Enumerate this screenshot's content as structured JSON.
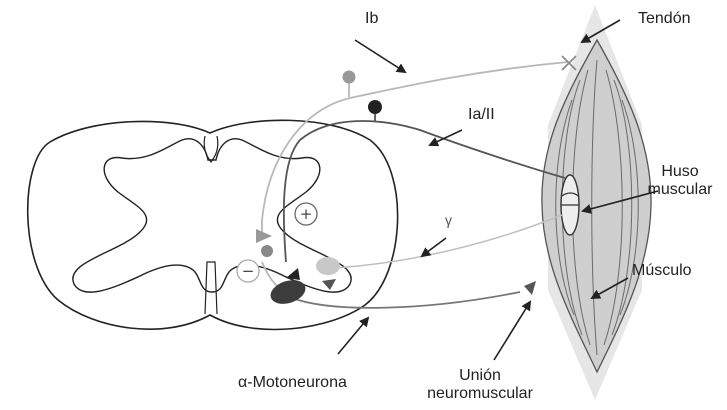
{
  "labels": {
    "ib": "Ib",
    "ia_ii": "Ia/II",
    "gamma": "γ",
    "tendon": "Tendón",
    "huso_line1": "Huso",
    "huso_line2": "muscular",
    "musculo": "Músculo",
    "motoneurona": "α-Motoneurona",
    "union_line1": "Unión",
    "union_line2": "neuromuscular"
  },
  "signs": {
    "plus": "+",
    "minus": "−"
  },
  "colors": {
    "ib_pathway": "#b8b8b8",
    "ia_pathway": "#555555",
    "motor_pathway": "#777777",
    "muscle_fill": "#cfcfcf",
    "tendon_fill": "#e6e6e6",
    "soma_fill": "#3c3c3c",
    "arrow": "#222222"
  }
}
